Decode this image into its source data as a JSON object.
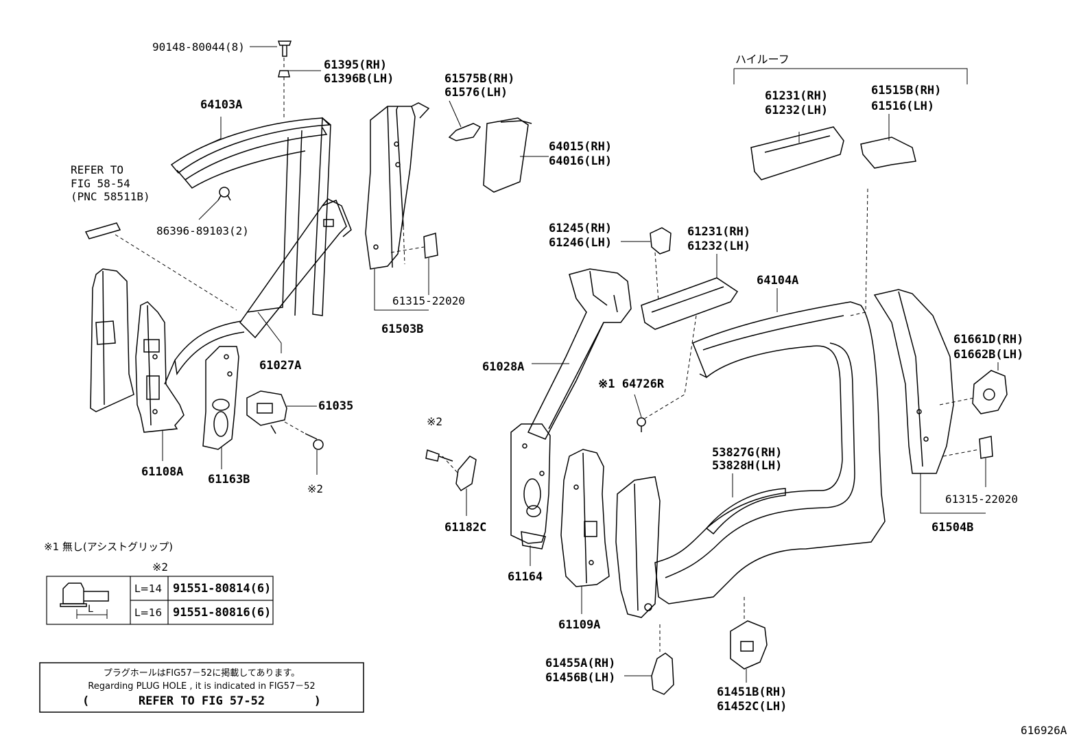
{
  "labels": {
    "p90148": "90148-80044(8)",
    "p61395": "61395(RH)",
    "p61396": "61396B(LH)",
    "p64103": "64103A",
    "refer1": "REFER TO",
    "refer2": "FIG 58-54",
    "refer3": "(PNC 58511B)",
    "p86396": "86396-89103(2)",
    "p61575": "61575B(RH)",
    "p61576": "61576(LH)",
    "p64015": "64015(RH)",
    "p64016": "64016(LH)",
    "p61315a": "61315-22020",
    "p61503": "61503B",
    "p61027": "61027A",
    "p61035": "61035",
    "p61108": "61108A",
    "p61163": "61163B",
    "kome2a": "※2",
    "kome2b": "※2",
    "kome2c": "※2",
    "p61182": "61182C",
    "highroof": "ハイルーフ",
    "p61231a": "61231(RH)",
    "p61232a": "61232(LH)",
    "p61515": "61515B(RH)",
    "p61516": "61516(LH)",
    "p61245": "61245(RH)",
    "p61246": "61246(LH)",
    "p61231b": "61231(RH)",
    "p61232b": "61232(LH)",
    "p64104": "64104A",
    "p61028": "61028A",
    "p64726": "※1 64726R",
    "p53827": "53827G(RH)",
    "p53828": "53828H(LH)",
    "p61661": "61661D(RH)",
    "p61662": "61662B(LH)",
    "p61315b": "61315-22020",
    "p61504": "61504B",
    "p61164": "61164",
    "p61109": "61109A",
    "p61455": "61455A(RH)",
    "p61456": "61456B(LH)",
    "p61451": "61451B(RH)",
    "p61452": "61452C(LH)",
    "fig_id": "616926A"
  },
  "footnote": "※1 無し(アシストグリップ)",
  "bolt_table": {
    "rows": [
      {
        "length": "L=14",
        "part": "91551-80814(6)"
      },
      {
        "length": "L=16",
        "part": "91551-80816(6)"
      }
    ],
    "dim_label": "L"
  },
  "plug_note": {
    "line1": "プラグホールはFIG57－52に掲載してあります。",
    "line2": "Regarding PLUG HOLE , it is indicated in FIG57－52",
    "line3": "(       REFER TO FIG 57-52       )"
  }
}
